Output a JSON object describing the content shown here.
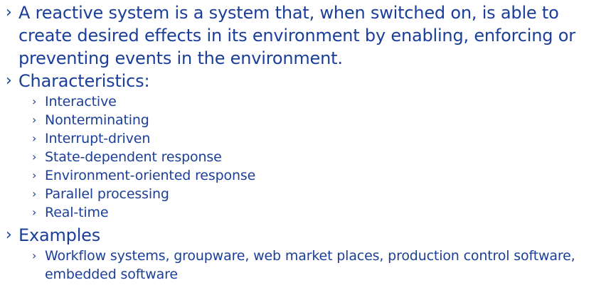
{
  "bullet_marker": "›",
  "definition": {
    "text": "A reactive system is a system that, when switched on, is able to create desired effects in its environment by enabling, enforcing or preventing events in the environment."
  },
  "characteristics": {
    "heading": "Characteristics:",
    "items": [
      {
        "label": "Interactive"
      },
      {
        "label": "Nonterminating"
      },
      {
        "label": "Interrupt-driven"
      },
      {
        "label": "State-dependent response"
      },
      {
        "label": "Environment-oriented response"
      },
      {
        "label": "Parallel processing"
      },
      {
        "label": "Real-time"
      }
    ]
  },
  "examples": {
    "heading": "Examples",
    "items": [
      {
        "label": "Workflow systems, groupware, web market places, production control software, embedded software"
      }
    ]
  },
  "colors": {
    "text": "#1a3e99",
    "background": "#ffffff"
  }
}
